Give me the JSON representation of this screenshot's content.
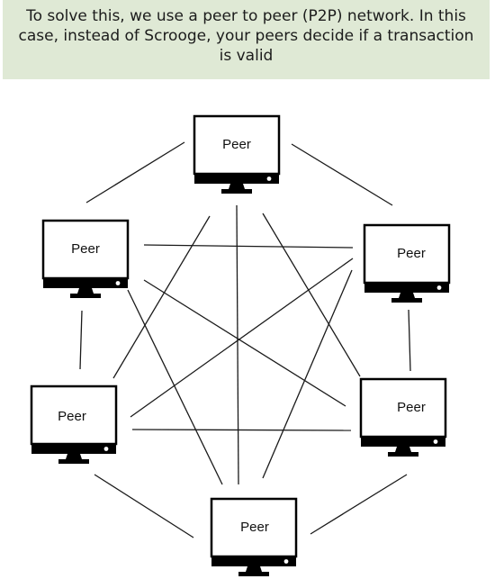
{
  "banner": {
    "text": "To solve this, we use a peer to peer (P2P) network. In this case, instead of Scrooge, your peers decide if a transaction is valid"
  },
  "network": {
    "peers": [
      {
        "label": "Peer"
      },
      {
        "label": "Peer"
      },
      {
        "label": "Peer"
      },
      {
        "label": "Peer"
      },
      {
        "label": "Peer"
      },
      {
        "label": "Peer"
      }
    ]
  }
}
